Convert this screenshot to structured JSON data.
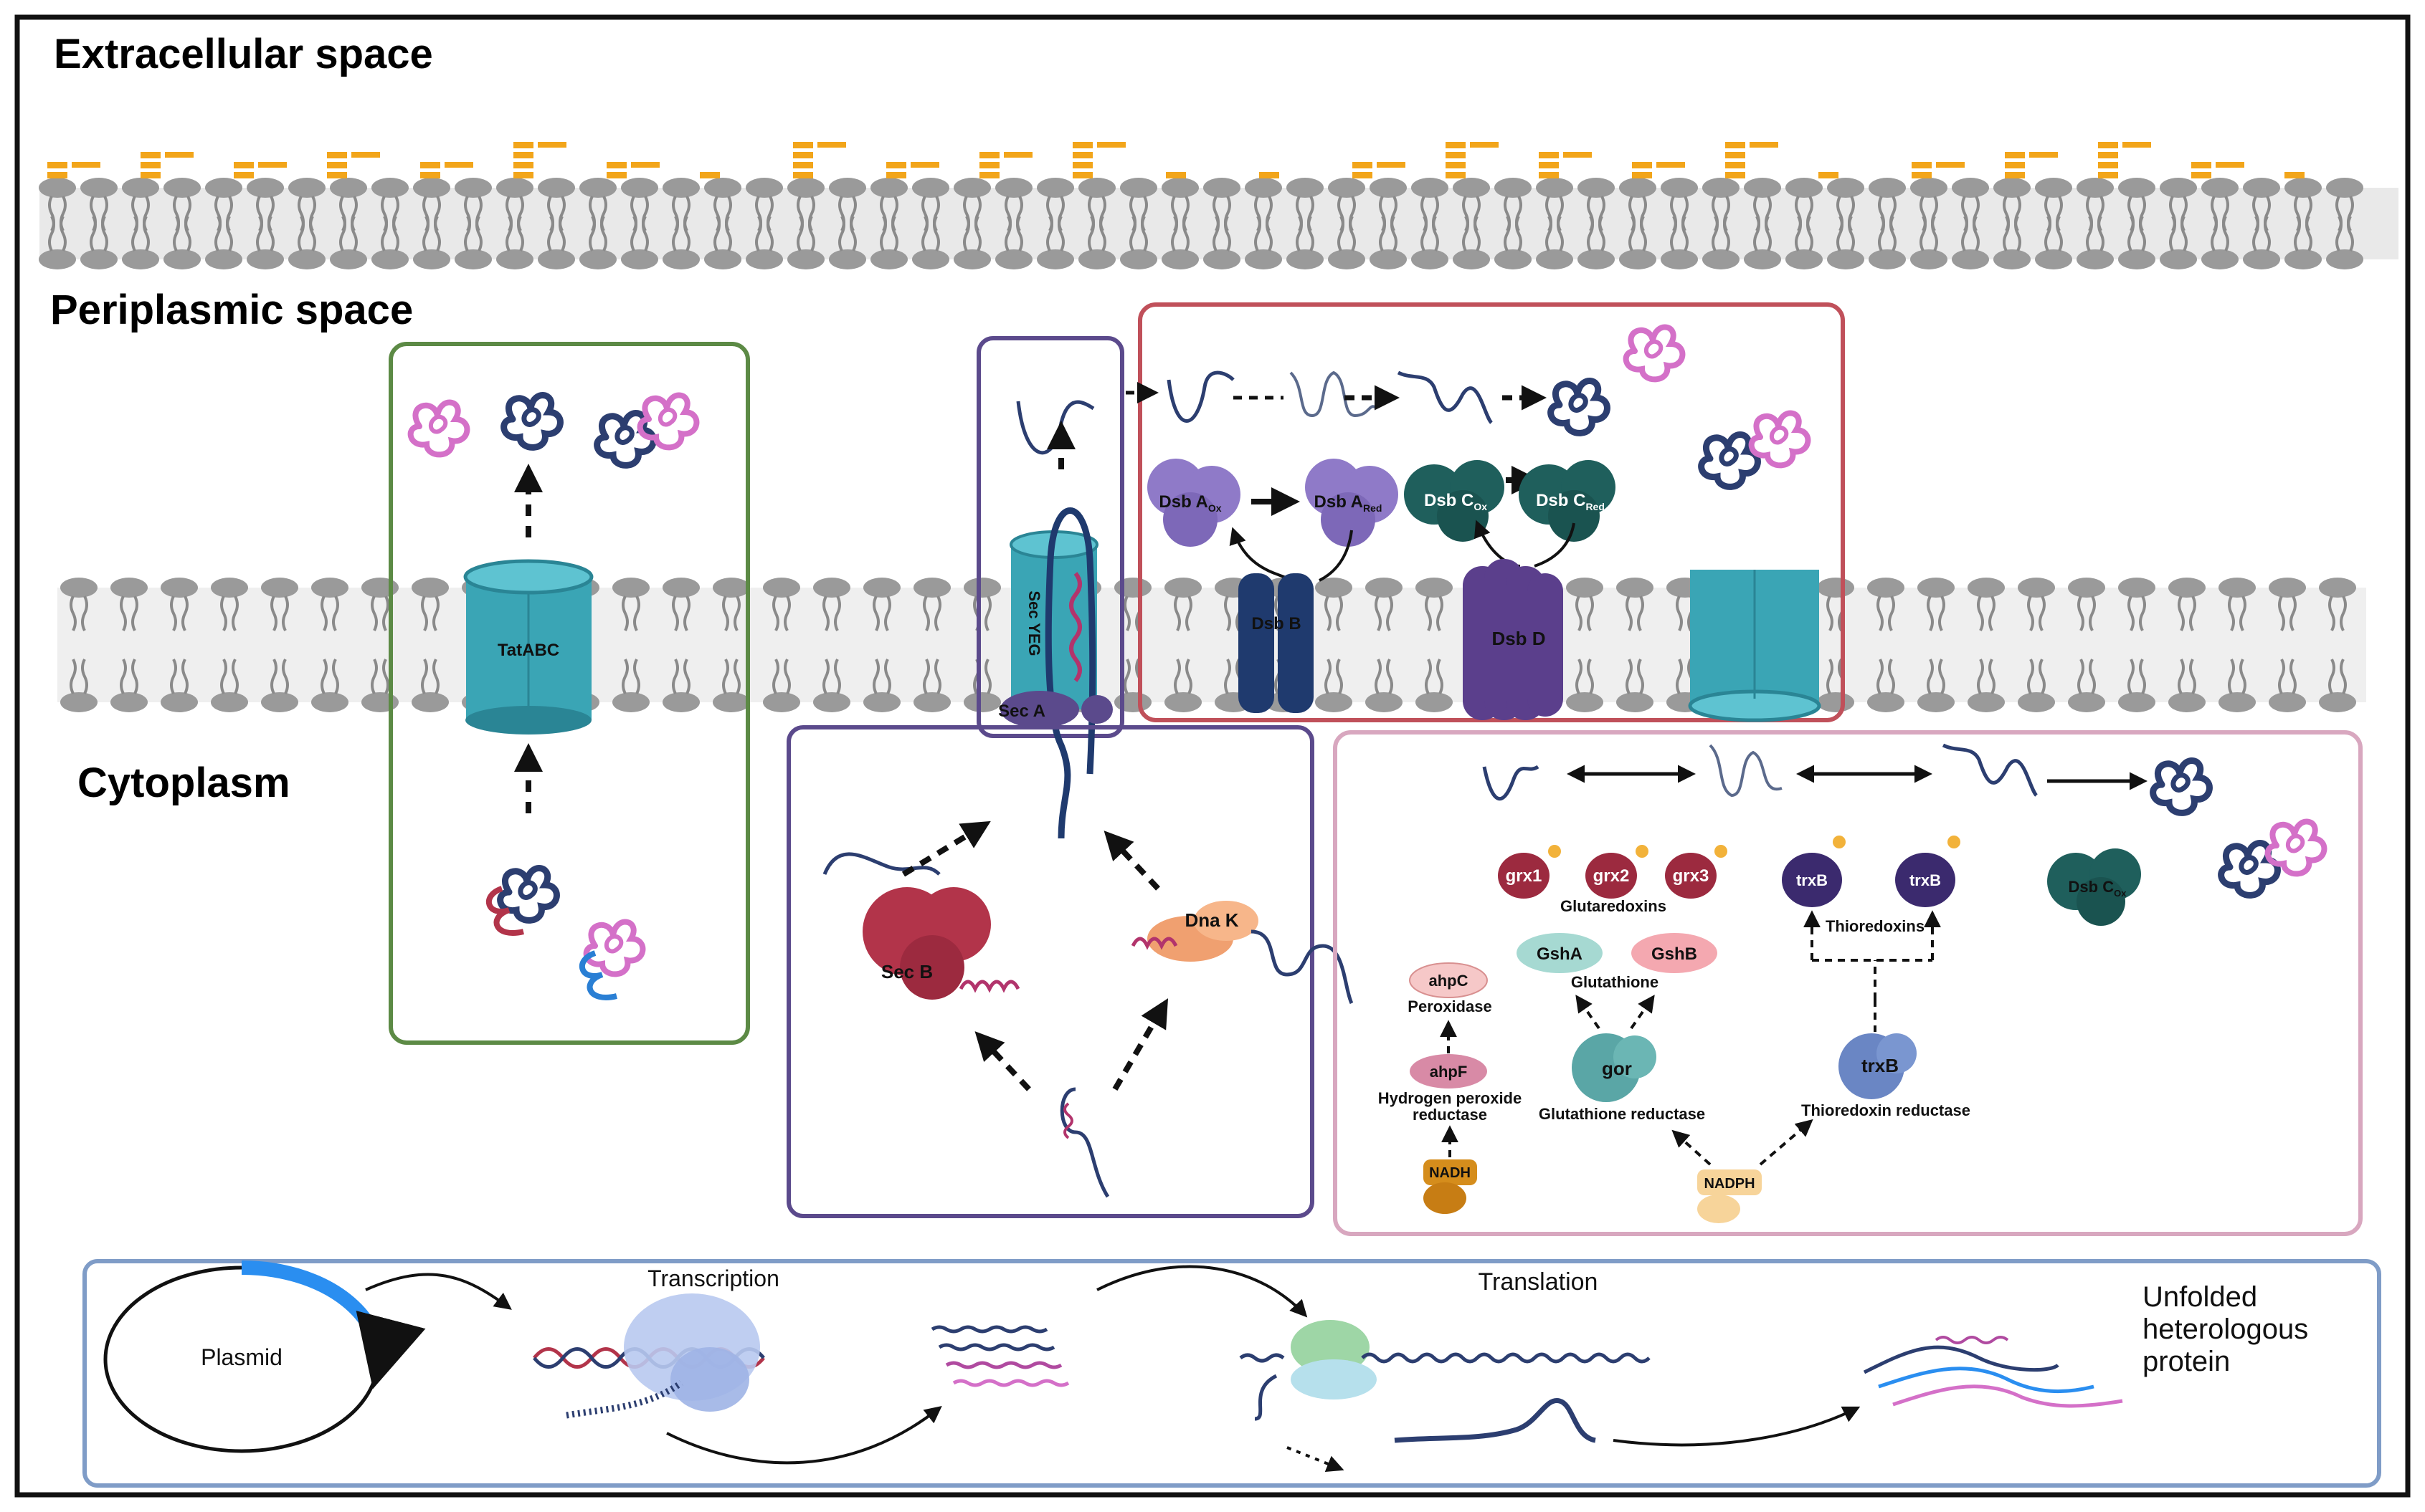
{
  "regions": {
    "extracellular": "Extracellular space",
    "periplasmic": "Periplasmic space",
    "cytoplasm": "Cytoplasm"
  },
  "tat": {
    "channel_label": "TatABC"
  },
  "sec": {
    "channel_label": "Sec YEG",
    "seca_label": "Sec A",
    "secb_label": "Sec B",
    "dnak_label": "Dna K"
  },
  "dsb": {
    "dsba_ox_main": "Dsb A",
    "dsba_ox_sub": "Ox",
    "dsba_red_main": "Dsb A",
    "dsba_red_sub": "Red",
    "dsbc_ox_main": "Dsb C",
    "dsbc_ox_sub": "Ox",
    "dsbc_red_main": "Dsb C",
    "dsbc_red_sub": "Red",
    "dsbb_label": "Dsb B",
    "dsbd_label": "Dsb D"
  },
  "cytoplasm_redox": {
    "grx1": "grx1",
    "grx2": "grx2",
    "grx3": "grx3",
    "glutaredoxins": "Glutaredoxins",
    "trxb_left": "trxB",
    "trxb_right": "trxB",
    "thioredoxins": "Thioredoxins",
    "dsbc_ox_main": "Dsb C",
    "dsbc_ox_sub": "Ox",
    "gsha": "GshA",
    "gshb": "GshB",
    "glutathione": "Glutathione",
    "ahpc": "ahpC",
    "peroxidase": "Peroxidase",
    "ahpf": "ahpF",
    "h2o2_reductase_line1": "Hydrogen peroxide",
    "h2o2_reductase_line2": "reductase",
    "nadh": "NADH",
    "gor": "gor",
    "glutathione_reductase": "Glutathione reductase",
    "trxb_center": "trxB",
    "thioredoxin_reductase": "Thioredoxin reductase",
    "nadph": "NADPH"
  },
  "expression": {
    "plasmid": "Plasmid",
    "transcription": "Transcription",
    "translation": "Translation",
    "unfolded_line1": "Unfolded",
    "unfolded_line2": "heterologous",
    "unfolded_line3": "protein"
  },
  "colors": {
    "tat_box": "#5c8a45",
    "sec_box": "#5b4a8c",
    "dsb_box": "#c0505a",
    "redox_box": "#d8a7bf",
    "expression_box": "#7f9cc7",
    "membrane_head": "#9a9a9a",
    "channel_teal": "#3aa5b5",
    "dsb_purple": "#8f7ac8",
    "dsbc_teal": "#1f5f5c",
    "protein_navy": "#2c3e70",
    "protein_pink": "#d470c8",
    "secb_red": "#b2344a",
    "dnak_orange": "#f0a070",
    "lps_orange": "#f2a51a"
  }
}
